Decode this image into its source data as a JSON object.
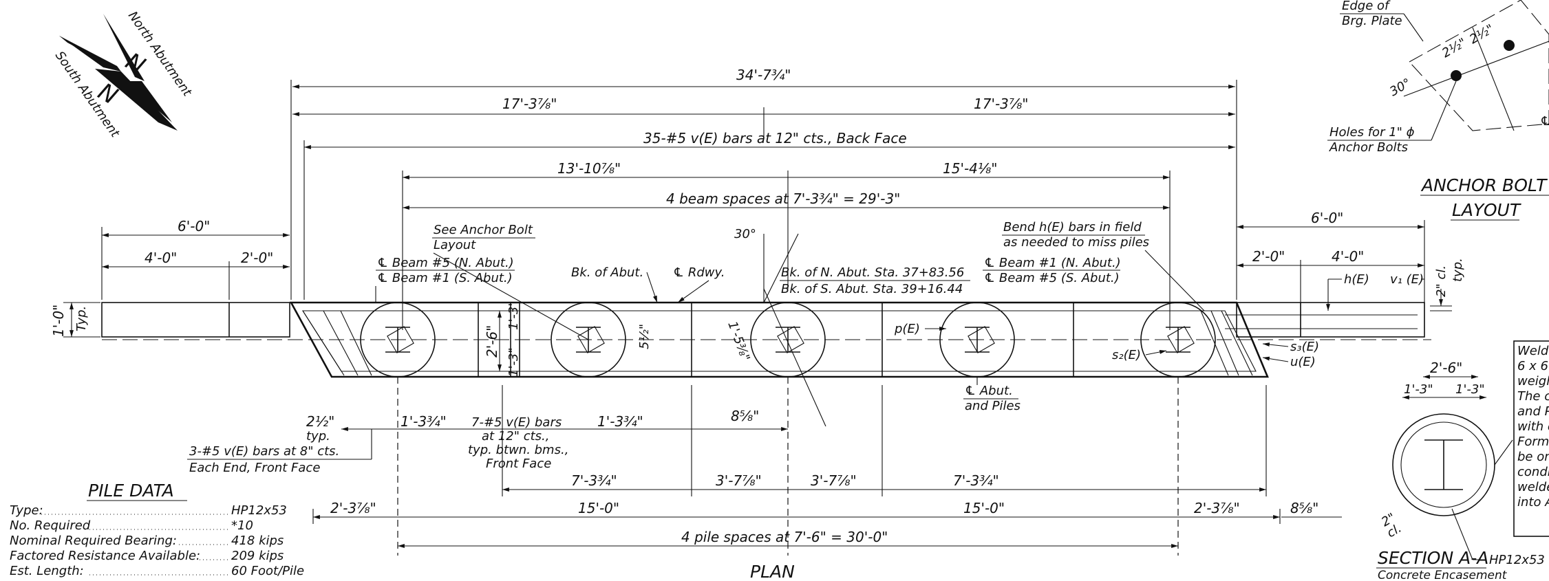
{
  "north_arrow": {
    "north": "North Abutment",
    "south": "South Abutment",
    "n_letter": "N"
  },
  "dims": {
    "overall": "34'-7³⁄₄\"",
    "half_left": "17'-3⁷⁄₈\"",
    "half_right": "17'-3⁷⁄₈\"",
    "back_face_bars": "35-#5 v(E) bars at 12\" cts., Back Face",
    "left_13": "13'-10⁷⁄₈\"",
    "right_15": "15'-4¹⁄₈\"",
    "beam_spaces": "4 beam spaces at 7'-3³⁄₄\" = 29'-3\"",
    "left_6": "6'-0\"",
    "left_4": "4'-0\"",
    "left_2": "2'-0\"",
    "right_6": "6'-0\"",
    "right_2": "2'-0\"",
    "right_4": "4'-0\"",
    "typ_1": "1'-0\"",
    "typ": "Typ.",
    "angle30": "30°",
    "width_26": "2'-6\"",
    "w_13a": "1'-3\"",
    "w_13b": "1'-3\"",
    "w_512": "5¹⁄₂\"",
    "w_538": "1'-5³⁄₈\"",
    "cl_2": "2\" cl.",
    "typ2": "typ.",
    "two_half": "2¹⁄₂\"",
    "typ3": "typ.",
    "d_1334a": "1'-3³⁄₄\"",
    "d_1334b": "1'-3³⁄₄\"",
    "d_858": "8⁵⁄₈\"",
    "d_7334a": "7'-3³⁄₄\"",
    "d_3778a": "3'-7⁷⁄₈\"",
    "d_3778b": "3'-7⁷⁄₈\"",
    "d_7334b": "7'-3³⁄₄\"",
    "d_2378a": "2'-3⁷⁄₈\"",
    "d_150a": "15'-0\"",
    "d_150b": "15'-0\"",
    "d_2378b": "2'-3⁷⁄₈\"",
    "d_858b": "8⁵⁄₈\"",
    "pile_spaces": "4 pile spaces at 7'-6\" = 30'-0\""
  },
  "labels": {
    "see_anchor_1": "See Anchor Bolt",
    "see_anchor_2": "Layout",
    "beam5n": "℄ Beam #5 (N. Abut.)",
    "beam1s": "℄ Beam #1 (S. Abut.)",
    "bk_abut": "Bk. of Abut.",
    "rdwy": "℄ Rdwy.",
    "sta_n": "Bk. of N. Abut. Sta. 37+83.56",
    "sta_s": "Bk. of S. Abut. Sta. 39+16.44",
    "beam1n": "℄ Beam #1 (N. Abut.)",
    "beam5s": "℄ Beam #5 (S. Abut.)",
    "bend_1": "Bend h(E) bars in field",
    "bend_2": "as needed to miss piles",
    "hE": "h(E)",
    "v1E": "v₁ (E)",
    "pE": "p(E)",
    "s2E": "s₂(E)",
    "s3E": "s₃(E)",
    "uE": "u(E)",
    "abut_piles_1": "℄ Abut.",
    "abut_piles_2": "and Piles",
    "front_bars_1": "3-#5 v(E) bars at 8\" cts.",
    "front_bars_2": "Each End, Front Face",
    "mid_bars_1": "7-#5 v(E) bars",
    "mid_bars_2": "at 12\" cts.,",
    "mid_bars_3": "typ. btwn. bms.,",
    "mid_bars_4": "Front Face",
    "plan": "PLAN"
  },
  "pile_data": {
    "title": "PILE DATA",
    "rows": [
      {
        "label": "Type:",
        "value": "HP12x53"
      },
      {
        "label": "No. Required",
        "value": "*10"
      },
      {
        "label": "Nominal Required Bearing:",
        "value": "418 kips"
      },
      {
        "label": "Factored Resistance Available:",
        "value": "209 kips"
      },
      {
        "label": "Est. Length:",
        "value": "60 Foot/Pile"
      }
    ]
  },
  "anchor": {
    "edge_1": "Edge of",
    "edge_2": "Brg. Plate",
    "dim_a": "2¹⁄₂\"",
    "dim_b": "2¹⁄₂\"",
    "angle": "30°",
    "holes_1": "Holes for 1\" ϕ",
    "holes_2": "Anchor Bolts",
    "title_1": "ANCHOR BOLT",
    "title_2": "LAYOUT",
    "cl": "℄"
  },
  "section": {
    "dim_26": "2'-6\"",
    "dim_13a": "1'-3\"",
    "dim_13b": "1'-3\"",
    "cl2": "2\"",
    "cl": "cl.",
    "pile": "HP12x53",
    "title": "SECTION A-A",
    "subtitle": "Concrete Encasement",
    "note": [
      "Welde",
      "6 x 6",
      "weigh",
      "The c",
      "and P",
      "with c",
      "Forma",
      "be on",
      "condi",
      "welde",
      "into A"
    ]
  }
}
